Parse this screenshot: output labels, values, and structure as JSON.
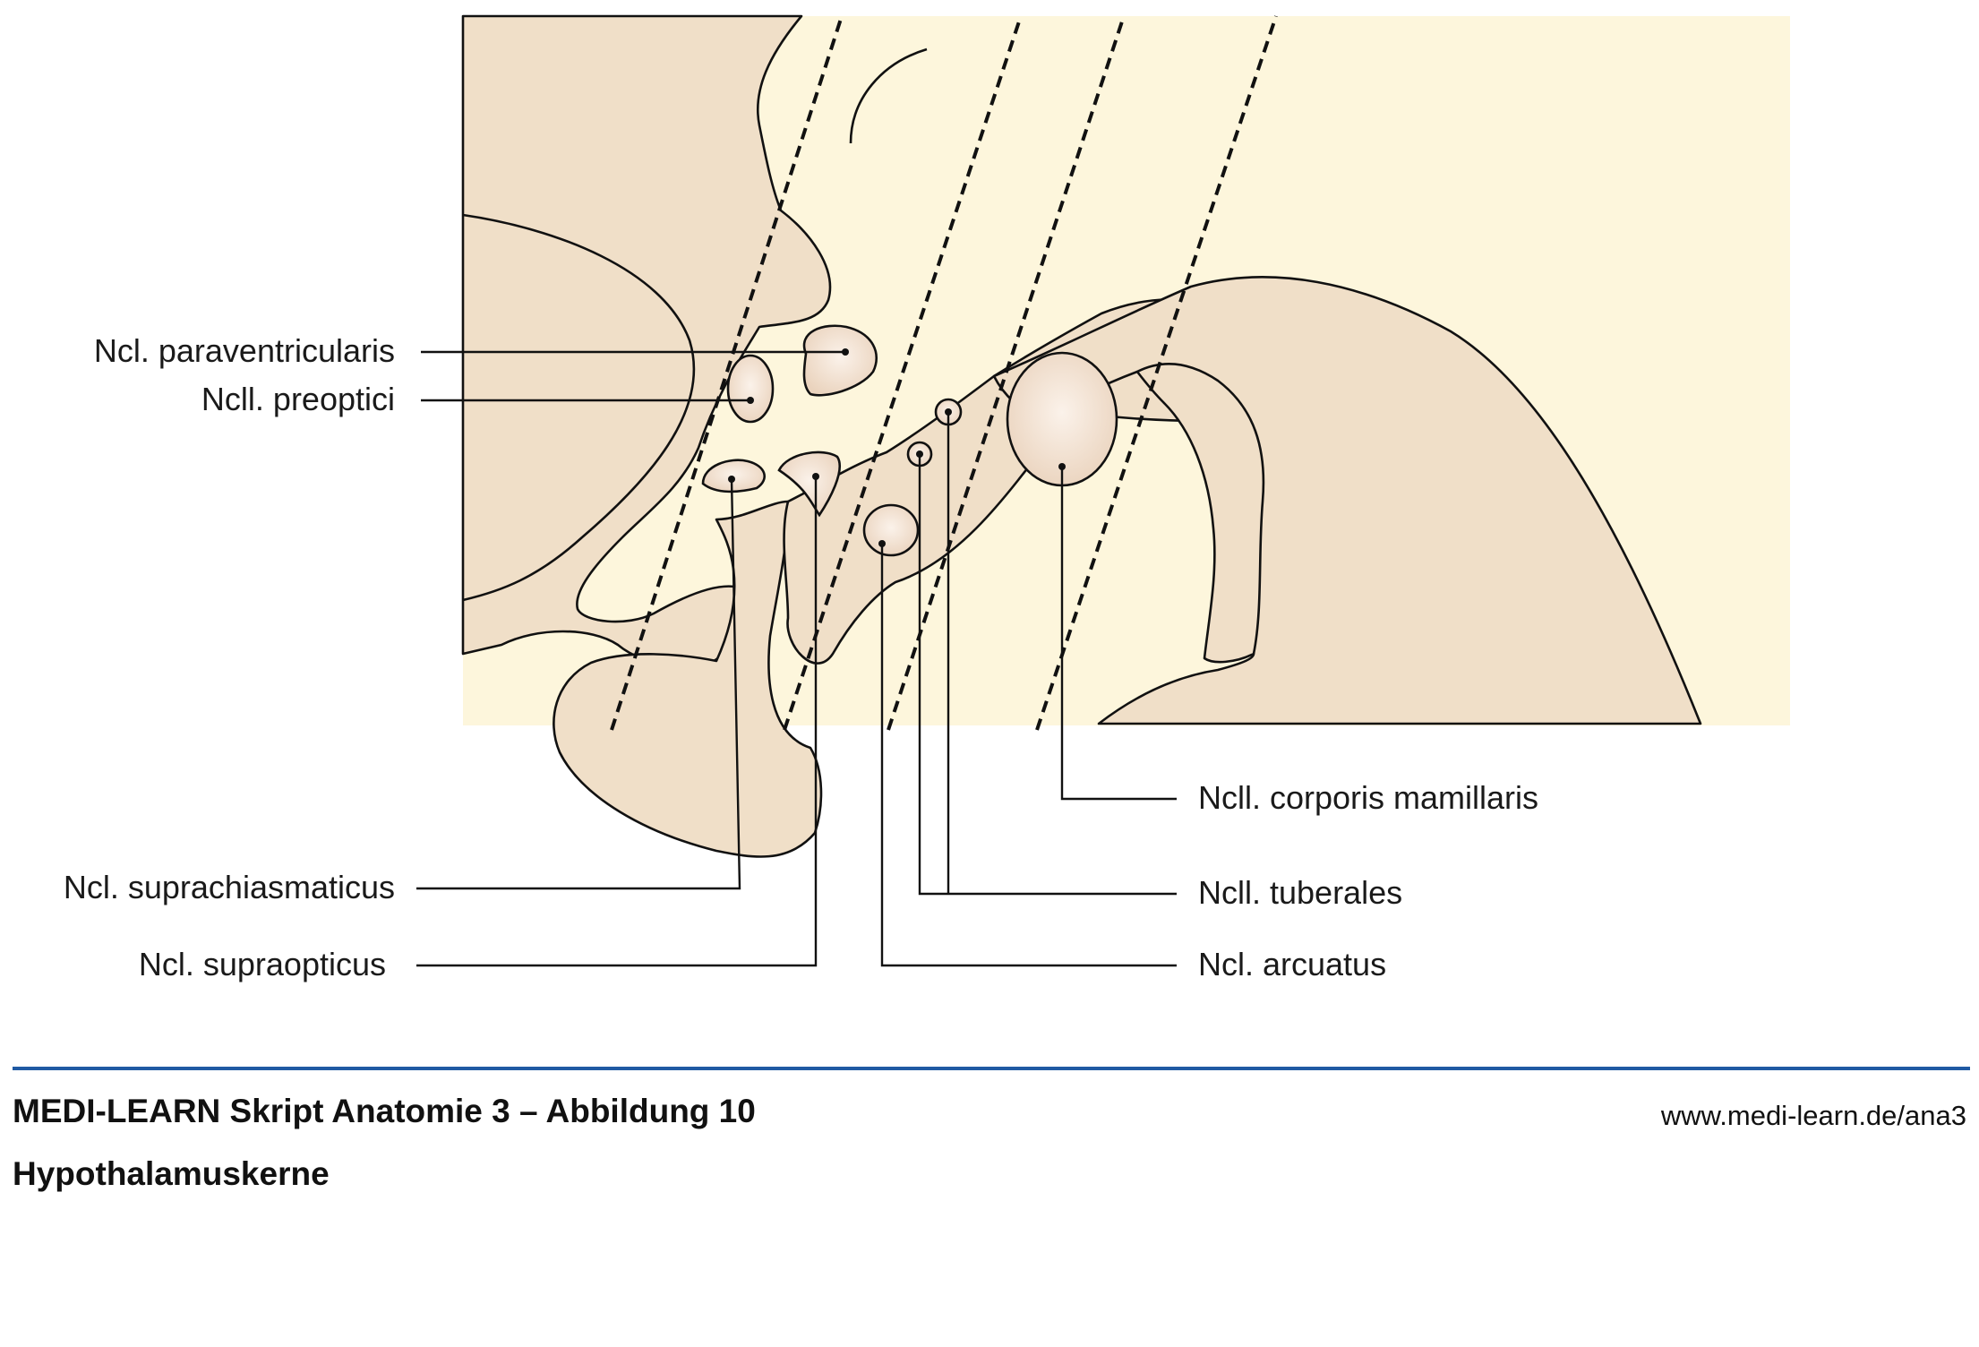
{
  "colors": {
    "background_panel": "#fdf6dc",
    "tissue": "#f0dfc8",
    "nucleus_center": "#fbf2ea",
    "nucleus_edge": "#ead3bd",
    "outline": "#111111",
    "footer_rule": "#1f5aa3"
  },
  "labels": {
    "paraventricularis": "Ncl. paraventricularis",
    "preoptici": "Ncll. preoptici",
    "suprachiasmaticus": "Ncl. suprachiasmaticus",
    "supraopticus": "Ncl. supraopticus",
    "corporis_mamillaris": "Ncll. corporis mamillaris",
    "tuberales": "Ncll. tuberales",
    "arcuatus": "Ncl. arcuatus"
  },
  "footer": {
    "title": "MEDI-LEARN Skript Anatomie 3 – Abbildung 10",
    "subtitle": "Hypothalamuskerne",
    "url": "www.medi-learn.de/ana3"
  }
}
